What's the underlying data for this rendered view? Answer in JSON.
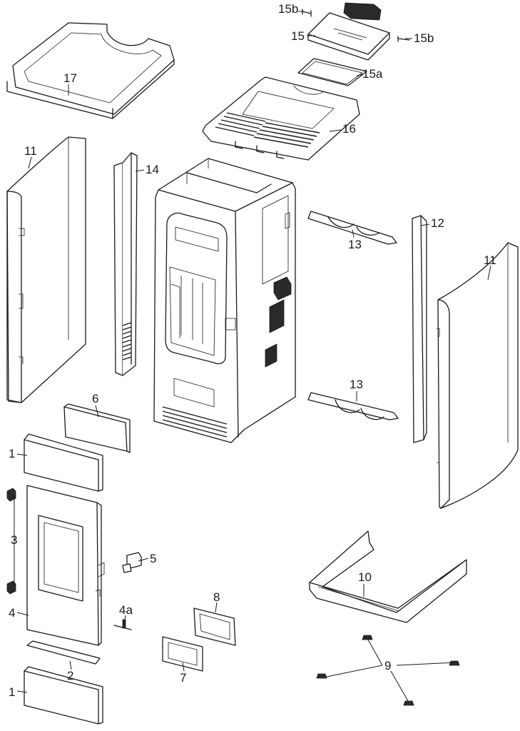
{
  "labels": {
    "p15b_a": "15b",
    "p15": "15",
    "p15b_b": "15b",
    "p15a": "15a",
    "p17": "17",
    "p16": "16",
    "p11_left": "11",
    "p14": "14",
    "p12": "12",
    "p13_top": "13",
    "p11_right": "11",
    "p6": "6",
    "p1_upper": "1",
    "p3": "3",
    "p5": "5",
    "p4": "4",
    "p4a": "4a",
    "p8": "8",
    "p10": "10",
    "p13_bottom": "13",
    "p2": "2",
    "p7": "7",
    "p9": "9",
    "p1_lower": "1"
  }
}
